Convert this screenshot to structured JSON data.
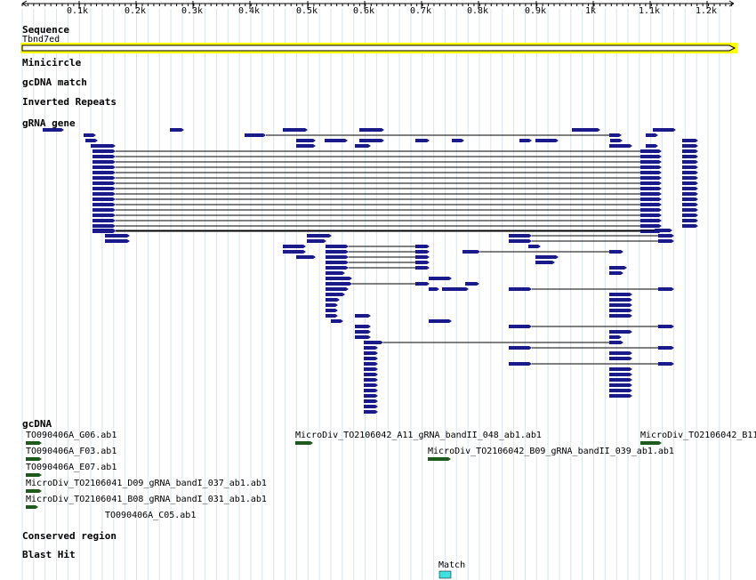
{
  "ruler": {
    "ticks": [
      "0.1k",
      "0.2k",
      "0.3k",
      "0.4k",
      "0.5k",
      "0.6k",
      "0.7k",
      "0.8k",
      "0.9k",
      "1k",
      "1.1k",
      "1.2k"
    ]
  },
  "tracks": {
    "sequence": {
      "title": "Sequence",
      "name": "Tbnd7ed"
    },
    "minicircle": {
      "title": "Minicircle"
    },
    "gcdna_match": {
      "title": "gcDNA match"
    },
    "inverted_repeats": {
      "title": "Inverted Repeats"
    },
    "grna_gene": {
      "title": "gRNA gene"
    },
    "gcdna": {
      "title": "gcDNA",
      "reads": [
        "TO090406A_G06.ab1",
        "TO090406A_F03.ab1",
        "TO090406A_E07.ab1",
        "MicroDiv_TO2106041_D09_gRNA_bandI_037_ab1.ab1",
        "MicroDiv_TO2106041_B08_gRNA_bandI_031_ab1.ab1",
        "TO090406A_C05.ab1",
        "MicroDiv_TO2106042_A11_gRNA_bandII_048_ab1.ab1",
        "MicroDiv_TO2106042_B09_gRNA_bandII_039_ab1.ab1",
        "MicroDiv_TO2106042_B11"
      ]
    },
    "conserved_region": {
      "title": "Conserved region"
    },
    "blast_hit": {
      "title": "Blast Hit",
      "match_label": "Match"
    }
  },
  "colors": {
    "grid": "#d8e4ee",
    "feature": "#1a1a8a",
    "gcdna_feature": "#1e5a1e",
    "sequence_bar": "#ffff00",
    "blast_hit": "#40e0e0"
  }
}
